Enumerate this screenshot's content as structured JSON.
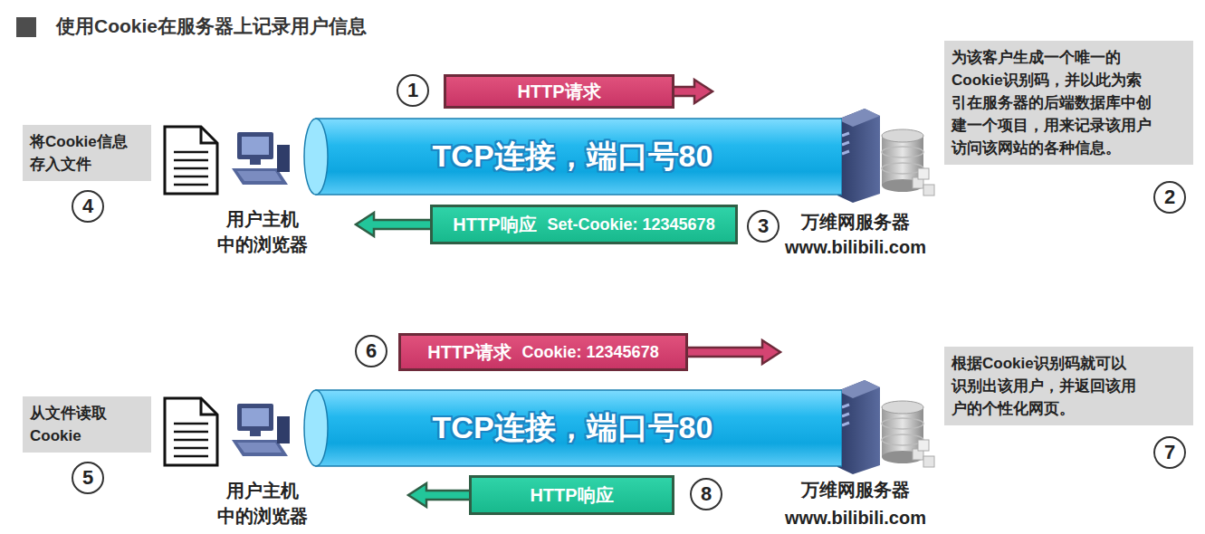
{
  "diagram": {
    "title": "使用Cookie在服务器上记录用户信息",
    "nodes": [
      {
        "text": [
          "HTTP请求"
        ]
      },
      {
        "text": [
          "将Cookie信息 存入文件"
        ]
      },
      {
        "text": [
          "TCP连接，端口号80"
        ]
      },
      {
        "text": [
          "为该客户生成一个唯一的 Cookie识别码，并以此为索 引在服务器的后端数据库中创 建一个项目，用来记录该用户 访问该网站的各种信息。"
        ]
      },
      {
        "text": [
          "HTTP响应",
          "Set-Cookie: 12345678"
        ]
      },
      {
        "text": [
          "HTTP请求",
          "Cookie: 12345678"
        ]
      },
      {
        "text": [
          "从文件读取 Cookie"
        ]
      },
      {
        "text": [
          "TCP连接，端口号80"
        ]
      },
      {
        "text": [
          "根据Cookie识别码就可以 识别出该用户，并返回该用 户的个性化网页。"
        ]
      },
      {
        "text": [
          "HTTP响应"
        ]
      }
    ],
    "labels": [
      "1",
      "2",
      "3",
      "4",
      "用户主机 中的浏览器",
      "万维网服务器",
      "www.bilibili.com",
      "5",
      "6",
      "7",
      "8",
      "用户主机 中的浏览器",
      "万维网服务器",
      "www.bilibili.com"
    ]
  }
}
